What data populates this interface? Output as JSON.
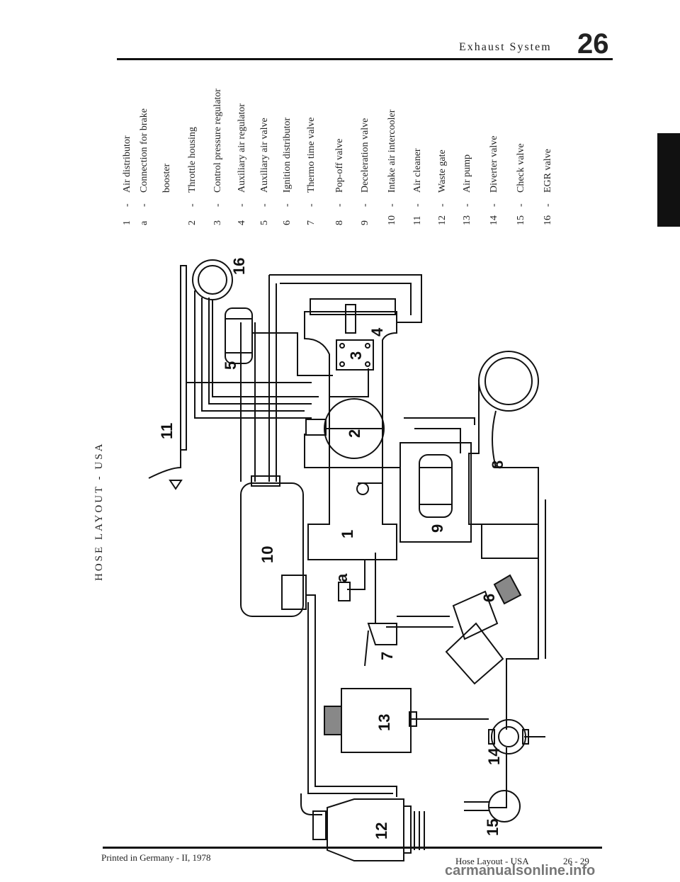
{
  "header": {
    "section_title": "Exhaust System",
    "section_number": "26"
  },
  "page_title": "HOSE LAYOUT - USA",
  "legend": [
    {
      "num": "1",
      "sep": "-",
      "label": "Air distributor"
    },
    {
      "num": "a",
      "sep": "-",
      "label": "Connection for brake"
    },
    {
      "num": "",
      "sep": "",
      "label": "booster"
    },
    {
      "num": "2",
      "sep": "-",
      "label": "Throttle housing"
    },
    {
      "num": "3",
      "sep": "-",
      "label": "Control pressure regulator"
    },
    {
      "num": "4",
      "sep": "-",
      "label": "Auxiliary air regulator"
    },
    {
      "num": "5",
      "sep": "-",
      "label": "Auxiliary air valve"
    },
    {
      "num": "6",
      "sep": "-",
      "label": "Ignition distributor"
    },
    {
      "num": "7",
      "sep": "-",
      "label": "Thermo time valve"
    },
    {
      "num": "8",
      "sep": "-",
      "label": "Pop-off valve"
    },
    {
      "num": "9",
      "sep": "-",
      "label": "Deceleration valve"
    },
    {
      "num": "10",
      "sep": "-",
      "label": "Intake air intercooler"
    },
    {
      "num": "11",
      "sep": "-",
      "label": "Air cleaner"
    },
    {
      "num": "12",
      "sep": "-",
      "label": "Waste gate"
    },
    {
      "num": "13",
      "sep": "-",
      "label": "Air pump"
    },
    {
      "num": "14",
      "sep": "-",
      "label": "Diverter valve"
    },
    {
      "num": "15",
      "sep": "-",
      "label": "Check valve"
    },
    {
      "num": "16",
      "sep": "-",
      "label": "EGR valve"
    }
  ],
  "diagram_labels": {
    "l1": "1",
    "la": "a",
    "l2": "2",
    "l3": "3",
    "l4": "4",
    "l5": "5",
    "l6": "6",
    "l7": "7",
    "l8": "8",
    "l9": "9",
    "l10": "10",
    "l11": "11",
    "l12": "12",
    "l13": "13",
    "l14": "14",
    "l15": "15",
    "l16": "16"
  },
  "footer": {
    "printed": "Printed in Germany - II, 1978",
    "section": "Hose Layout - USA",
    "page": "26 - 29"
  },
  "watermark": "carmanualsonline.info"
}
